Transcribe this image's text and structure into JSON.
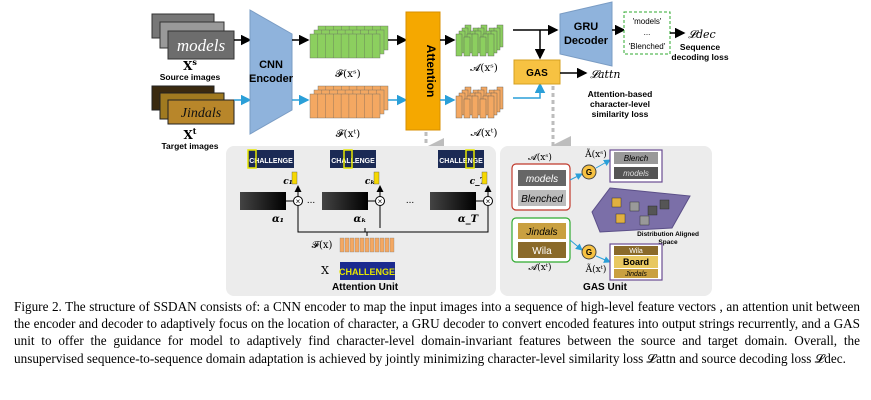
{
  "figure": {
    "source_label_var": "X",
    "source_label_sup": "s",
    "source_label_text": "Source images",
    "target_label_var": "X",
    "target_label_sup": "t",
    "target_label_text": "Target images",
    "source_word": "models",
    "target_word": "Jindals",
    "encoder_label_line1": "CNN",
    "encoder_label_line2": "Encoder",
    "feat_src": "𝓕(xˢ)",
    "feat_tgt": "𝓕(xᵗ)",
    "attention_label": "Attention",
    "attn_src": "𝓐(xˢ)",
    "attn_tgt": "𝓐(xᵗ)",
    "gru_line1": "GRU",
    "gru_line2": "Decoder",
    "output_words": [
      "'models'",
      "...",
      "'Blenched'"
    ],
    "loss_dec": "𝓛dec",
    "loss_dec_desc": [
      "Sequence",
      "decoding loss"
    ],
    "gas_label": "GAS",
    "loss_attn": "𝓛attn",
    "loss_attn_desc": [
      "Attention-based",
      "character-level",
      "similarity loss"
    ],
    "attention_unit": {
      "title": "Attention Unit",
      "word": "CHALLENGE",
      "c_labels": [
        "c₁",
        "cₖ",
        "c_T"
      ],
      "alpha_labels": [
        "α₁",
        "αₖ",
        "α_T"
      ],
      "ellipsis": "...",
      "feat": "𝓕(x)",
      "x_label": "X"
    },
    "gas_unit": {
      "title": "GAS Unit",
      "a_src": "𝓐(xˢ)",
      "a_tgt": "𝓐(xᵗ)",
      "a_src_tilde": "Ã(xˢ)",
      "a_tgt_tilde": "Ã(xᵗ)",
      "g": "G",
      "space_label": [
        "Distribution Aligned",
        "Space"
      ],
      "samples_src": [
        "models",
        "Blenched"
      ],
      "samples_tgt": [
        "Jindals",
        "Wila"
      ],
      "tilde_src": [
        "Blench",
        "models"
      ],
      "tilde_tgt": [
        "Wila",
        "Board",
        "Jindals"
      ]
    },
    "colors": {
      "encoder": "#8fb3dc",
      "attention": "#f5a800",
      "green": "#8ccf5f",
      "orange": "#f4a862",
      "gas": "#f7c242",
      "gru": "#8fb3dc",
      "panel": "#ececec",
      "arrow_blue": "#2a9fd8"
    }
  },
  "caption": {
    "text": "Figure 2.   The structure of SSDAN consists of: a CNN encoder to map the input images into a sequence of high-level feature vectors , an attention unit between the encoder and decoder to adaptively focus on the location of character, a GRU decoder to convert encoded features into output strings recurrently, and a GAS unit to offer the guidance for model to adaptively find character-level domain-invariant features between the source and target domain.  Overall, the unsupervised sequence-to-sequence domain adaptation is achieved by jointly minimizing character-level similarity loss 𝓛attn and source decoding loss 𝓛dec."
  }
}
